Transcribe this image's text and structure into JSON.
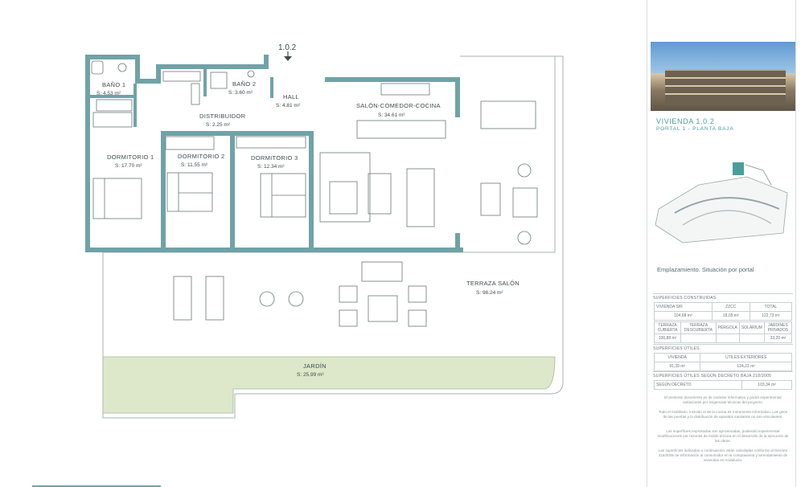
{
  "plan": {
    "unit_marker": "1.0.2",
    "rooms": [
      {
        "label": "BAÑO 1",
        "area": "S: 4.53 m²"
      },
      {
        "label": "BAÑO 2",
        "area": "S: 3.60 m²"
      },
      {
        "label": "HALL",
        "area": "S: 4.81 m²"
      },
      {
        "label": "SALÓN-COMEDOR-COCINA",
        "area": "S: 34.61 m²"
      },
      {
        "label": "DISTRIBUIDOR",
        "area": "S: 2.25 m²"
      },
      {
        "label": "DORMITORIO 1",
        "area": "S: 17.70 m²"
      },
      {
        "label": "DORMITORIO 2",
        "area": "S: 11.55 m²"
      },
      {
        "label": "DORMITORIO 3",
        "area": "S: 12.34 m²"
      },
      {
        "label": "TERRAZA SALÓN",
        "area": "S: 98.24 m²"
      },
      {
        "label": "JARDÍN",
        "area": "S: 25.99 m²"
      }
    ],
    "colors": {
      "wall": "#6fa3a7",
      "garden": "#dce8c9",
      "accent": "#4a9e9a"
    }
  },
  "sidebar": {
    "unit_title": "VIVIENDA  1.0.2",
    "unit_subtitle": "PORTAL 1 - PLANTA BAJA",
    "situation": "Emplazamiento. Situación por portal",
    "built_head": "SUPERFICIES CONSTRUIDAS",
    "built_row1": [
      "VIVIENDA S/R",
      "ZZCC",
      "TOTAL"
    ],
    "built_row1_vals": [
      "104,68 m²",
      "18,05 m²",
      "122,73 m²"
    ],
    "built_row2": [
      "TERRAZA CUBIERTA",
      "TERRAZA DESCUBIERTA",
      "PÉRGOLA",
      "SOLÁRIUM",
      "JARDINES PRIVADOS"
    ],
    "built_row2_vals": [
      "100,88 m²",
      "",
      "",
      "",
      "33,20 m²"
    ],
    "useful_head": "SUPERFICIES ÚTILES",
    "useful_row": [
      "VIVIENDA",
      "ÚTILES EXTERIORES"
    ],
    "useful_vals": [
      "91,39 m²",
      "124,23 m²"
    ],
    "decree_head": "SUPERFICIES ÚTILES SEGÚN DECRETO BAJA 218/2005",
    "decree_row": [
      "SEGÚN DECRETO",
      "103,34 m²"
    ],
    "notes": [
      "El presente documento es de carácter informativo y podrá experimentar variaciones por exigencias técnicas del proyecto.",
      "Todo el mobiliario, incluido el de la cocina es meramente informativo. Los giros de las puertas y la distribución de aparatos sanitarios no son vinculantes.",
      "Las superficies expresadas son aproximadas, pudiendo experimentar modificaciones por razones de índole técnica en el desarrollo de la ejecución de las obras.",
      "Las superficies indicadas a continuación están calculadas conforme al Decreto 218/2005 de información al consumidor en la compraventa y arrendamiento de viviendas en Andalucía."
    ]
  }
}
